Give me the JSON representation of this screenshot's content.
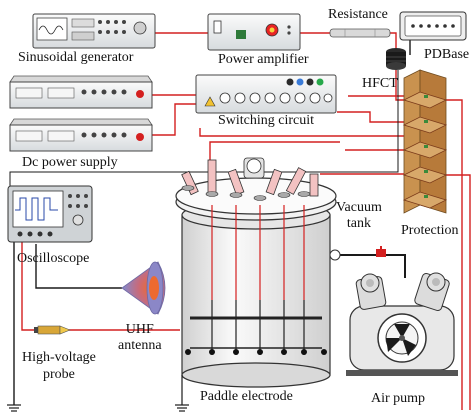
{
  "labels": {
    "sinusoidal_generator": "Sinusoidal generator",
    "power_amplifier": "Power amplifier",
    "resistance": "Resistance",
    "pdbase": "PDBase",
    "hfct": "HFCT",
    "switching_circuit": "Switching circuit",
    "dc_power_supply": "Dc power supply",
    "oscilloscope": "Oscilloscope",
    "vacuum_tank_line1": "Vacuum",
    "vacuum_tank_line2": "tank",
    "protection": "Protection",
    "uhf_antenna_line1": "UHF",
    "uhf_antenna_line2": "antenna",
    "hv_probe_line1": "High-voltage",
    "hv_probe_line2": "probe",
    "paddle_electrode": "Paddle electrode",
    "air_pump": "Air pump"
  },
  "colors": {
    "wire_red": "#d42020",
    "wire_black": "#1a1a1a",
    "equipment_fill": "#eceff1",
    "tank_fill": "#f0f0f0",
    "protection_wood": "#c9924f",
    "antenna_orange": "#e5602e",
    "antenna_purple": "#7a73a9"
  }
}
